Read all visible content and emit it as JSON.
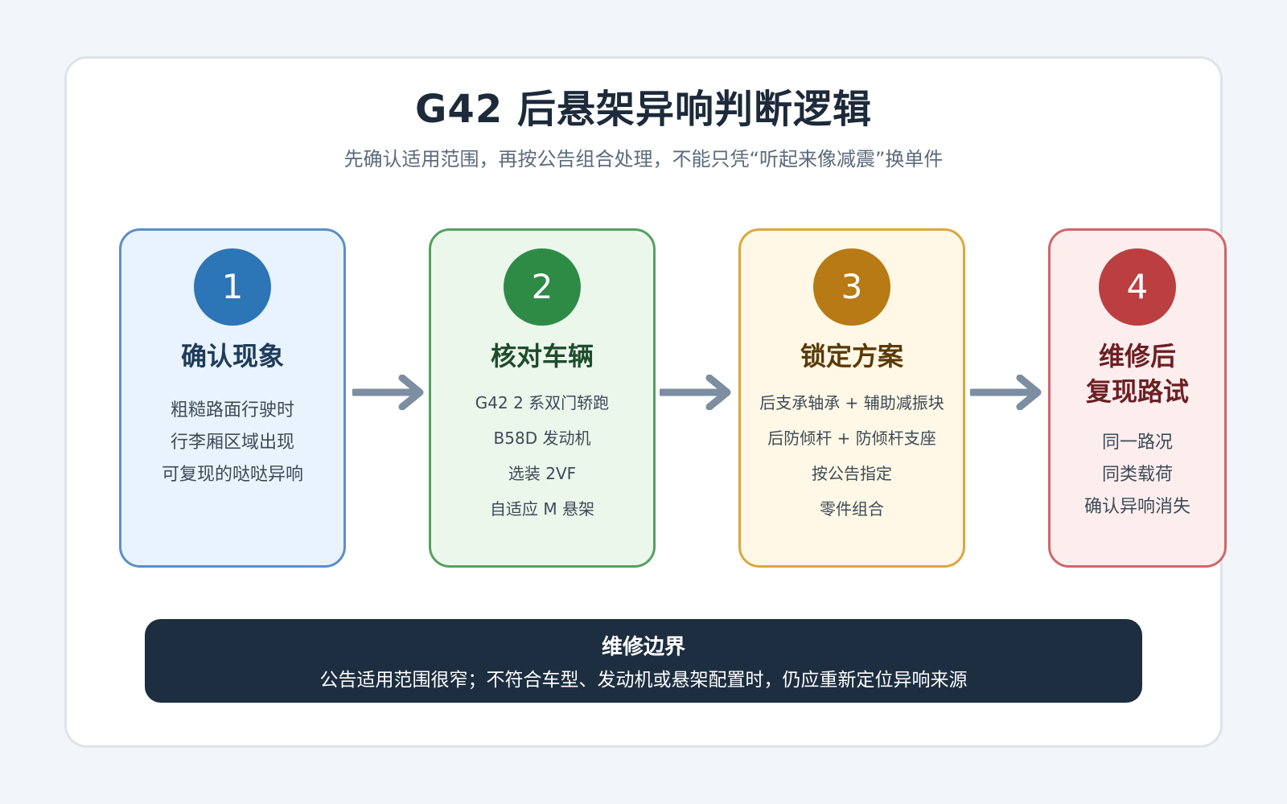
{
  "title": "G42 后悬架异响判断逻辑",
  "subtitle": "先确认适用范围，再按公告组合处理，不能只凭“听起来像减震”换单件",
  "steps": [
    {
      "number": "1",
      "title_lines": [
        "确认现象"
      ],
      "lines": [
        "粗糙路面行驶时",
        "行李厢区域出现",
        "可复现的哒哒异响"
      ]
    },
    {
      "number": "2",
      "title_lines": [
        "核对车辆"
      ],
      "lines": [
        "G42 2 系双门轿跑",
        "B58D 发动机",
        "选装 2VF",
        "自适应 M 悬架"
      ]
    },
    {
      "number": "3",
      "title_lines": [
        "锁定方案"
      ],
      "lines": [
        "后支承轴承 + 辅助减振块",
        "后防倾杆 + 防倾杆支座",
        "按公告指定",
        "零件组合"
      ]
    },
    {
      "number": "4",
      "title_lines": [
        "维修后",
        "复现路试"
      ],
      "lines": [
        "同一路况",
        "同类载荷",
        "确认异响消失"
      ]
    }
  ],
  "footer": {
    "title": "维修边界",
    "text": "公告适用范围很窄；不符合车型、发动机或悬架配置时，仍应重新定位异响来源"
  },
  "colors": {
    "arrow": "#7c8ea1",
    "footer_bg": "#1c2e40"
  }
}
